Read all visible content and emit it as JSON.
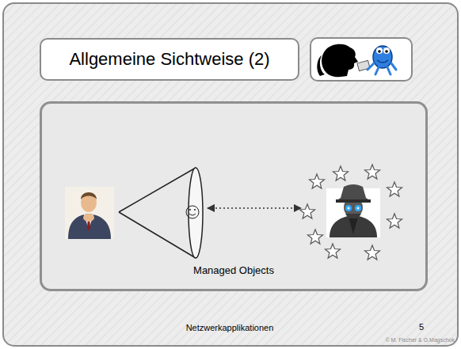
{
  "diagram": {
    "nodes": [
      {
        "text": [
          "Allgemeine Sichtweise (2)"
        ]
      },
      {
        "text": [
          "Managed Objects"
        ]
      }
    ],
    "labels": [
      "Netzwerkapplikationen",
      "5",
      "© M. Fischer & G.Magschok"
    ]
  }
}
